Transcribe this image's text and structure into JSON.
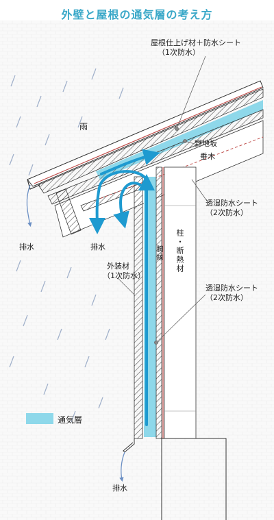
{
  "title": "外壁と屋根の通気層の考え方",
  "labels": {
    "roof_finish_line1": "屋根仕上げ材＋防水シート",
    "roof_finish_line2": "（1次防水）",
    "rain": "雨",
    "sheathing": "野地坂",
    "rafter": "垂木",
    "breathable_roof_line1": "透湿防水シート",
    "breathable_roof_line2": "（2次防水）",
    "drain_left": "排水",
    "drain_middle": "排水",
    "drain_bottom": "排水",
    "column_insulation": "柱・断熱材",
    "strip": "胴縁",
    "exterior_line1": "外装材",
    "exterior_line2": "（1次防水）",
    "breathable_wall_line1": "透湿防水シート",
    "breathable_wall_line2": "（2次防水）"
  },
  "legend": {
    "label": "通気層"
  },
  "colors": {
    "title": "#3aa8c8",
    "air_layer": "#8ed8ea",
    "arrow": "#1e9ad0",
    "water": "#6b8fc4",
    "rain": "#7d93b8",
    "hatch": "#555555",
    "membrane": "#c0504d"
  }
}
